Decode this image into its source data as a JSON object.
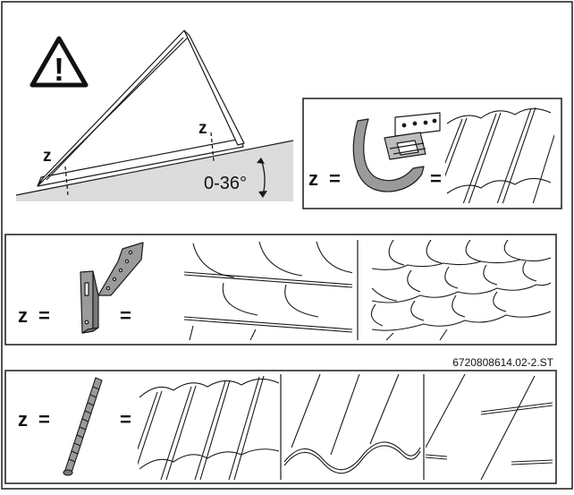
{
  "warning": {
    "icon": "warning-triangle-icon",
    "symbol": "!"
  },
  "frame": {
    "z_left": "z",
    "z_right": "z",
    "angle": "0-36°"
  },
  "panel_hook": {
    "z": "z",
    "eq1": "=",
    "eq2": "="
  },
  "panel_bracket": {
    "z": "z",
    "eq1": "=",
    "eq2": "="
  },
  "panel_screw": {
    "z": "z",
    "eq1": "=",
    "eq2": "="
  },
  "drawing_code": "6720808614.02-2.ST",
  "colors": {
    "roof": "#dcdcdc",
    "metal": "#9a9a9a",
    "line": "#1a1a1a"
  }
}
